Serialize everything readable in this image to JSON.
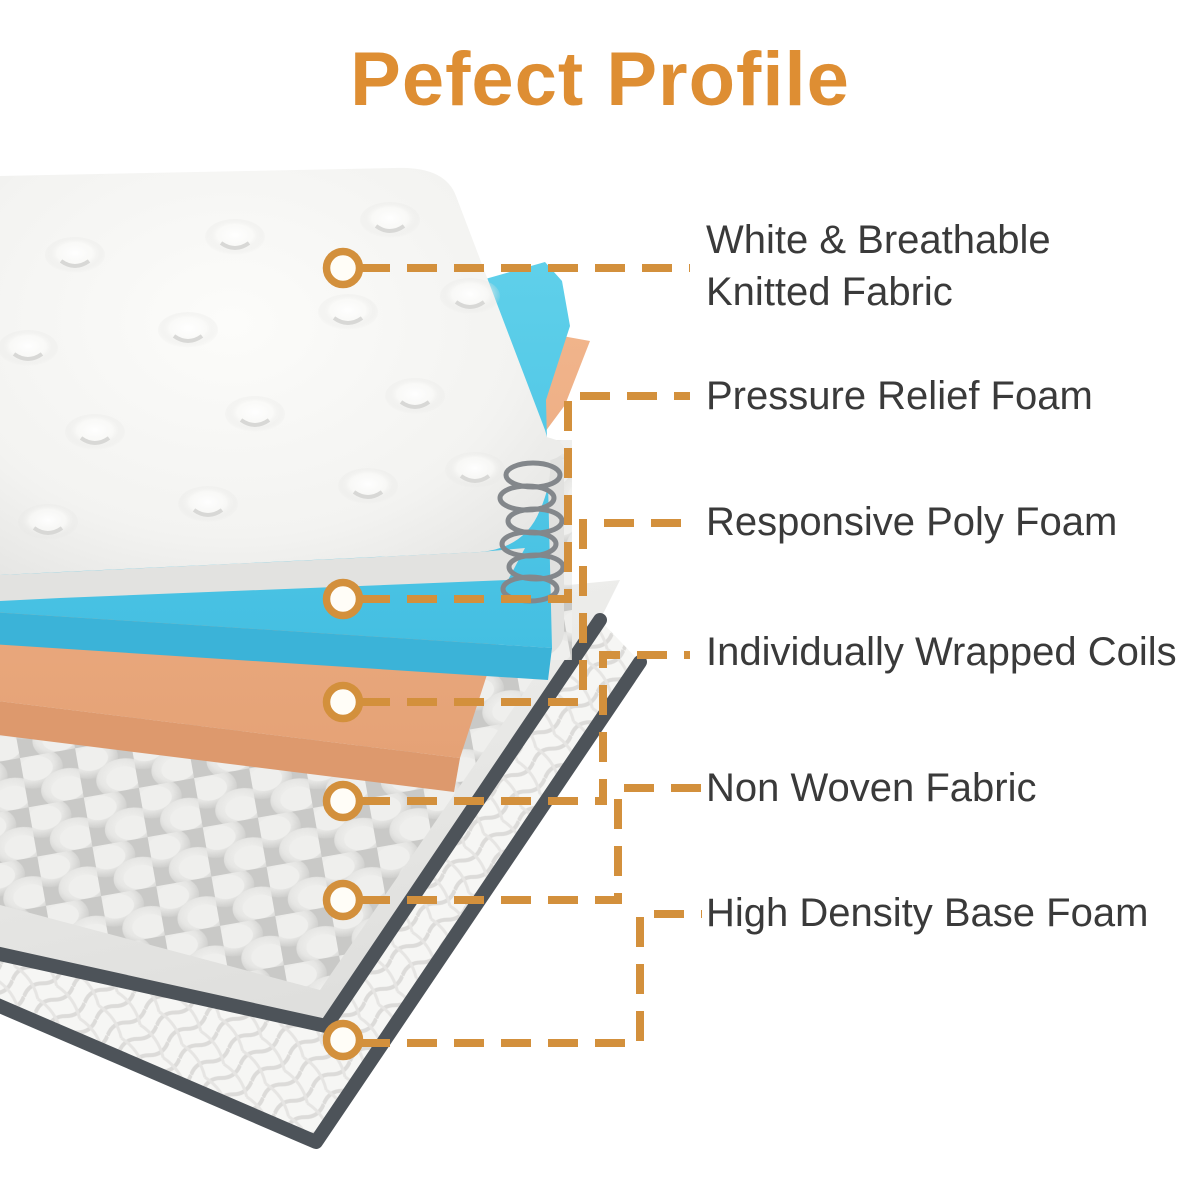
{
  "title": "Pefect Profile",
  "callouts": [
    {
      "label": "White & Breathable Knitted Fabric"
    },
    {
      "label": "Pressure Relief Foam"
    },
    {
      "label": "Responsive Poly Foam"
    },
    {
      "label": "Individually Wrapped Coils"
    },
    {
      "label": "Non Woven Fabric"
    },
    {
      "label": "High Density Base Foam"
    }
  ],
  "colors": {
    "title_orange": "#de8e33",
    "callout_orange": "#d3903c",
    "label_text": "#3a3a3a",
    "fabric_white": "#f4f4f2",
    "foam_blue": "#4ec6e5",
    "foam_tan": "#edac82",
    "coil_gray": "#d9d9d7",
    "tape_gray": "#4d5359"
  },
  "icons": {
    "marker": "callout-ring-marker"
  }
}
